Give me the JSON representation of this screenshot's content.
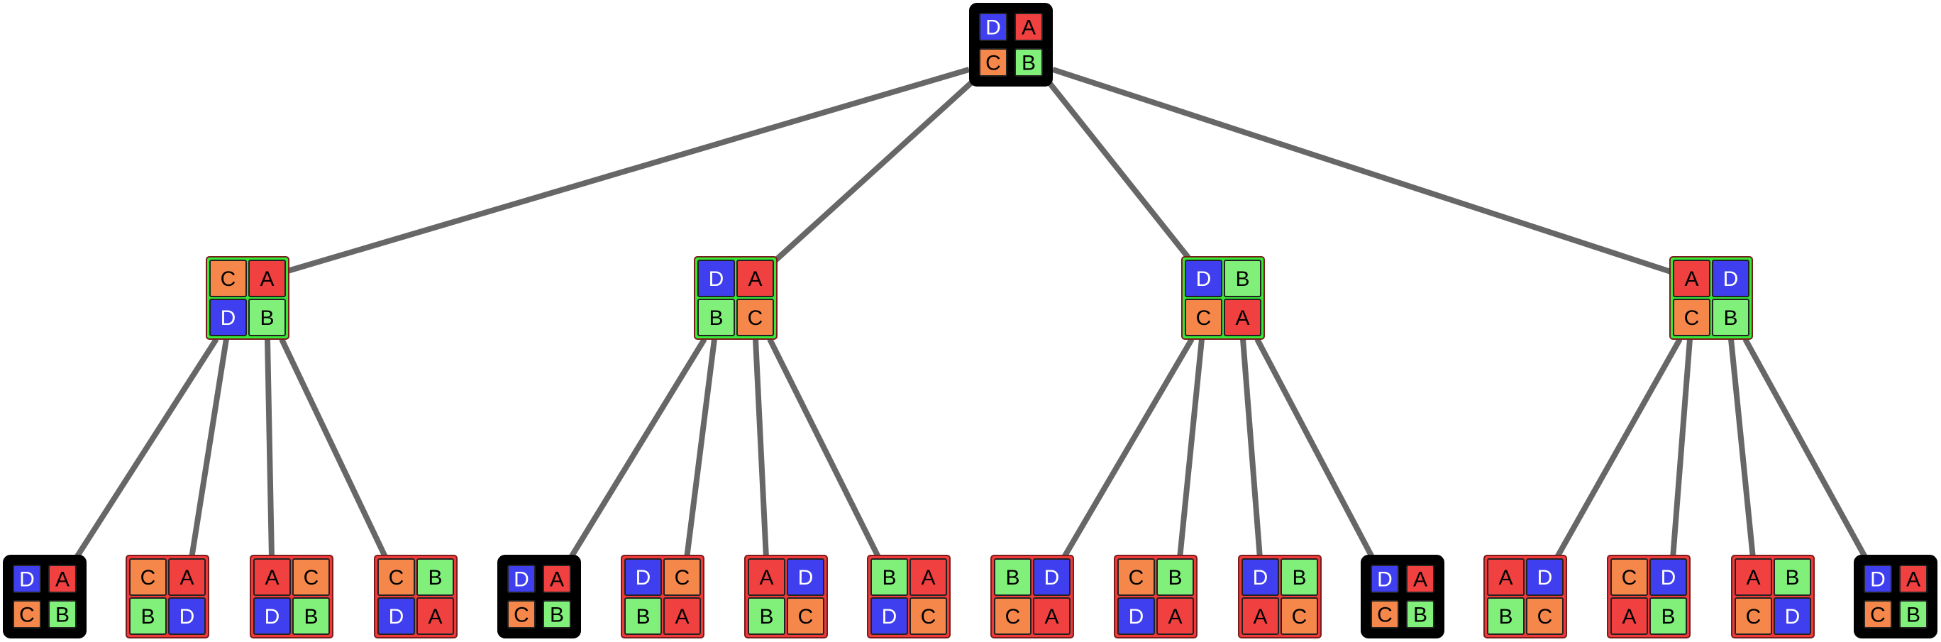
{
  "colors": {
    "background": "#ffffff",
    "edge": "#676767",
    "frame_root": "#000000",
    "frame_green": "#35e935",
    "frame_red": "#f03a3a",
    "frame_black_leaf": "#000000",
    "piece_D": "#3f3fef",
    "piece_A": "#f04040",
    "piece_C": "#f5874b",
    "piece_B": "#80f07a",
    "text_on_D": "#ffffff",
    "text_default": "#000000"
  },
  "root": {
    "frame": "black",
    "grid": [
      [
        "D",
        "A"
      ],
      [
        "C",
        "B"
      ]
    ]
  },
  "levels": [
    {
      "nodes": [
        {
          "id": "n1",
          "parent": "root",
          "frame": "green",
          "grid": [
            [
              "C",
              "A"
            ],
            [
              "D",
              "B"
            ]
          ]
        },
        {
          "id": "n2",
          "parent": "root",
          "frame": "green",
          "grid": [
            [
              "D",
              "A"
            ],
            [
              "B",
              "C"
            ]
          ]
        },
        {
          "id": "n3",
          "parent": "root",
          "frame": "green",
          "grid": [
            [
              "D",
              "B"
            ],
            [
              "C",
              "A"
            ]
          ]
        },
        {
          "id": "n4",
          "parent": "root",
          "frame": "green",
          "grid": [
            [
              "A",
              "D"
            ],
            [
              "C",
              "B"
            ]
          ]
        }
      ]
    },
    {
      "nodes": [
        {
          "parent": "n1",
          "frame": "black",
          "grid": [
            [
              "D",
              "A"
            ],
            [
              "C",
              "B"
            ]
          ]
        },
        {
          "parent": "n1",
          "frame": "red",
          "grid": [
            [
              "C",
              "A"
            ],
            [
              "B",
              "D"
            ]
          ]
        },
        {
          "parent": "n1",
          "frame": "red",
          "grid": [
            [
              "A",
              "C"
            ],
            [
              "D",
              "B"
            ]
          ]
        },
        {
          "parent": "n1",
          "frame": "red",
          "grid": [
            [
              "C",
              "B"
            ],
            [
              "D",
              "A"
            ]
          ]
        },
        {
          "parent": "n2",
          "frame": "black",
          "grid": [
            [
              "D",
              "A"
            ],
            [
              "C",
              "B"
            ]
          ]
        },
        {
          "parent": "n2",
          "frame": "red",
          "grid": [
            [
              "D",
              "C"
            ],
            [
              "B",
              "A"
            ]
          ]
        },
        {
          "parent": "n2",
          "frame": "red",
          "grid": [
            [
              "A",
              "D"
            ],
            [
              "B",
              "C"
            ]
          ]
        },
        {
          "parent": "n2",
          "frame": "red",
          "grid": [
            [
              "B",
              "A"
            ],
            [
              "D",
              "C"
            ]
          ]
        },
        {
          "parent": "n3",
          "frame": "red",
          "grid": [
            [
              "B",
              "D"
            ],
            [
              "C",
              "A"
            ]
          ]
        },
        {
          "parent": "n3",
          "frame": "red",
          "grid": [
            [
              "C",
              "B"
            ],
            [
              "D",
              "A"
            ]
          ]
        },
        {
          "parent": "n3",
          "frame": "red",
          "grid": [
            [
              "D",
              "B"
            ],
            [
              "A",
              "C"
            ]
          ]
        },
        {
          "parent": "n3",
          "frame": "black",
          "grid": [
            [
              "D",
              "A"
            ],
            [
              "C",
              "B"
            ]
          ]
        },
        {
          "parent": "n4",
          "frame": "red",
          "grid": [
            [
              "A",
              "D"
            ],
            [
              "B",
              "C"
            ]
          ]
        },
        {
          "parent": "n4",
          "frame": "red",
          "grid": [
            [
              "C",
              "D"
            ],
            [
              "A",
              "B"
            ]
          ]
        },
        {
          "parent": "n4",
          "frame": "red",
          "grid": [
            [
              "A",
              "B"
            ],
            [
              "C",
              "D"
            ]
          ]
        },
        {
          "parent": "n4",
          "frame": "black",
          "grid": [
            [
              "D",
              "A"
            ],
            [
              "C",
              "B"
            ]
          ]
        }
      ]
    }
  ]
}
